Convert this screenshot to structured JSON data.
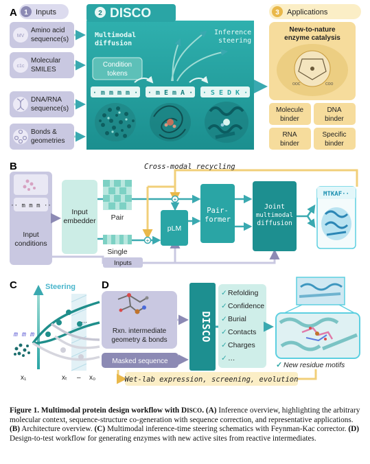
{
  "panel_a": {
    "letter": "A",
    "inputs": {
      "num": "1",
      "title": "Inputs",
      "items": [
        {
          "icon": "MV",
          "label1": "Amino acid",
          "label2": "sequence(s)"
        },
        {
          "icon": "c1c",
          "label1": "Molecular",
          "label2": "SMILES"
        },
        {
          "icon": "helix",
          "label1": "DNA/RNA",
          "label2": "sequence(s)"
        },
        {
          "icon": "bonds",
          "label1": "Bonds &",
          "label2": "geometries"
        }
      ]
    },
    "disco": {
      "num": "2",
      "title": "DISCO",
      "multimodal1": "Multimodal",
      "multimodal2": "diffusion",
      "inference1": "Inference",
      "inference2": "steering",
      "cond1": "Condition",
      "cond2": "tokens",
      "tokens1": "· m m m m ·",
      "tokens2": "· m E m A ·",
      "tokens3": "· S E D K ·"
    },
    "apps": {
      "num": "3",
      "title": "Applications",
      "hero1": "New-to-nature",
      "hero2": "enzyme catalysis",
      "grid": [
        [
          "Molecule",
          "binder"
        ],
        [
          "DNA",
          "binder"
        ],
        [
          "RNA",
          "binder"
        ],
        [
          "Specific",
          "binder"
        ]
      ]
    }
  },
  "panel_b": {
    "letter": "B",
    "recycling": "Cross-modal recycling",
    "input_conditions1": "Input",
    "input_conditions2": "conditions",
    "dots": "·· m m m ··",
    "embedder1": "Input",
    "embedder2": "embedder",
    "pair": "Pair",
    "single": "Single",
    "plm": "pLM",
    "pairformer1": "Pair-",
    "pairformer2": "former",
    "joint1": "Joint",
    "joint2": "multimodal",
    "joint3": "diffusion",
    "output_seq": "MTKAF··",
    "inputs_label": "Inputs"
  },
  "panel_c": {
    "letter": "C",
    "steering": "Steering",
    "mmm": "m m m",
    "x1": "x₁",
    "xt": "xₜ",
    "dots": "…",
    "x0": "x₀"
  },
  "panel_d": {
    "letter": "D",
    "rxn1": "Rxn. intermediate",
    "rxn2": "geometry & bonds",
    "masked": "Masked sequence",
    "disco": "DISCO",
    "checks": [
      "Refolding",
      "Confidence",
      "Burial",
      "Contacts",
      "Charges",
      "…"
    ],
    "motifs": "New residue motifs",
    "wetlab": "Wet-lab expression, screening, evolution"
  },
  "caption": {
    "label": "Figure 1.",
    "title": "Multimodal protein design workflow with D",
    "title_sc": "ISCO",
    "text_a_label": "(A)",
    "text_a": "Inference overview, highlighting the arbitrary molecular context, sequence-structure co-generation with sequence correction, and representative applications.",
    "text_b_label": "(B)",
    "text_b": "Architecture overview.",
    "text_c_label": "(C)",
    "text_c": "Multimodal inference-time steering schematics with Feynman-Kac corrector.",
    "text_d_label": "(D)",
    "text_d": "Design-to-test workflow for generating enzymes with new active sites from reactive intermediates."
  },
  "colors": {
    "teal": "#2aa5a5",
    "teal_dark": "#16807f",
    "lavender": "#c9c8e1",
    "lavender_dark": "#8c8ab4",
    "gold": "#f6dc9c",
    "gold_dark": "#e9b84a",
    "mint": "#bfe6df"
  }
}
